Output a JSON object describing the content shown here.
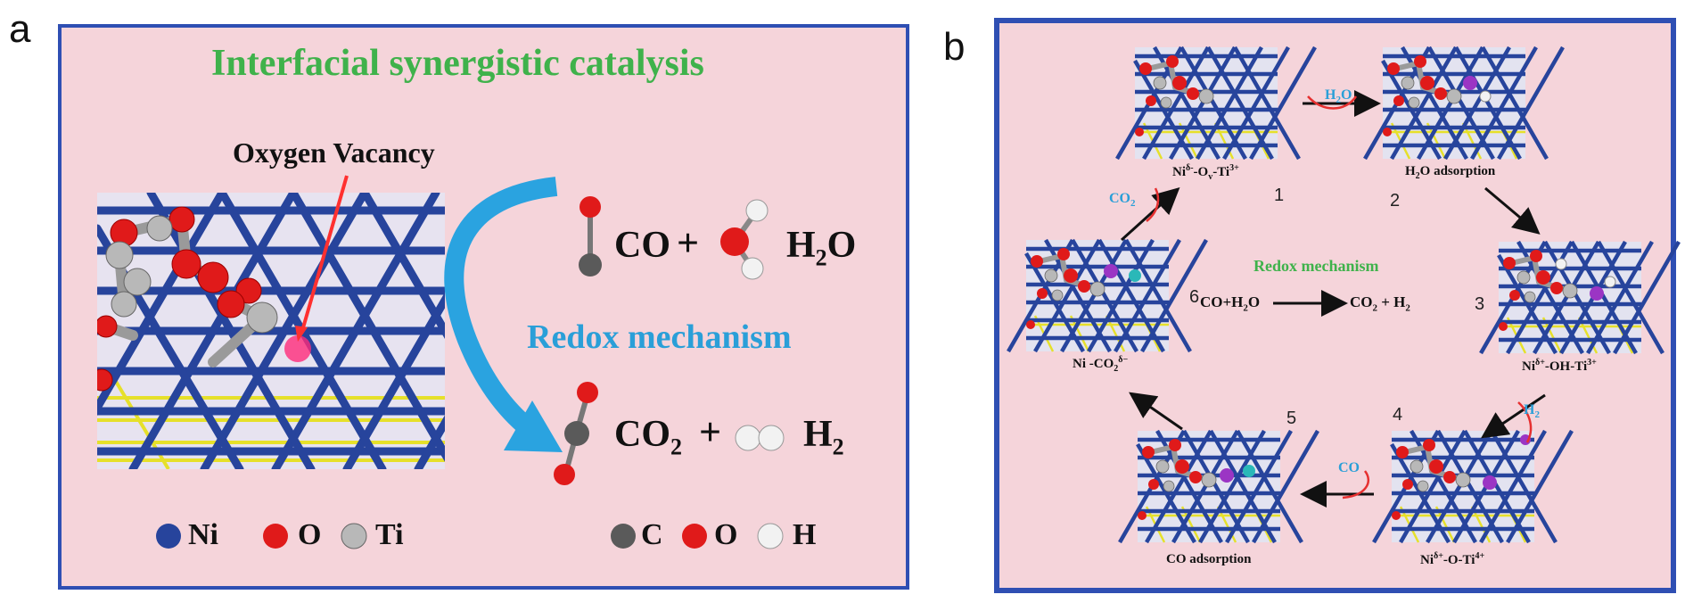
{
  "panel_a": {
    "label": "a",
    "title": "Interfacial synergistic catalysis",
    "vacancy_label": "Oxygen Vacancy",
    "mechanism": "Redox mechanism",
    "reactants": {
      "co": "CO",
      "plus": "+",
      "h2o_main": "H",
      "h2o_sub": "2",
      "h2o_end": "O"
    },
    "products": {
      "co2_main": "CO",
      "co2_sub": "2",
      "plus": "+",
      "h2_main": "H",
      "h2_sub": "2"
    },
    "legend_left": [
      "Ni",
      "O",
      "Ti"
    ],
    "legend_right": [
      "C",
      "O",
      "H"
    ],
    "colors": {
      "ni": "#27449c",
      "o": "#e01a1a",
      "ti": "#a8a8a8",
      "c": "#5a5a5a",
      "h": "#f2f2f2",
      "green": "#3fb24b",
      "blue": "#2a9fd8",
      "frame": "#2f4fb3",
      "bg": "#f5d4da"
    }
  },
  "panel_b": {
    "label": "b",
    "mechanism": "Redox mechanism",
    "equation": {
      "left": "CO+H",
      "left_sub": "2",
      "left_end": "O",
      "right": "CO",
      "right_sub": "2",
      "right_end": " + H",
      "right_sub2": "2"
    },
    "steps": [
      {
        "num": "1",
        "caption_parts": [
          "Ni",
          "δ-",
          "-O",
          "v",
          "-Ti",
          "3+"
        ]
      },
      {
        "num": "2",
        "caption_parts": [
          "H",
          "2",
          "O adsorption"
        ]
      },
      {
        "num": "3",
        "caption_parts": [
          "Ni",
          "δ+",
          "-OH-Ti",
          "3+"
        ]
      },
      {
        "num": "4",
        "caption_parts": [
          "Ni",
          "δ+",
          "-O-Ti",
          "4+"
        ]
      },
      {
        "num": "5",
        "caption_parts": [
          "CO adsorption"
        ]
      },
      {
        "num": "6",
        "caption_parts": [
          "Ni -CO",
          "2",
          "δ−"
        ]
      }
    ],
    "arrow_labels": {
      "h2o": {
        "main": "H",
        "sub": "2",
        "end": "O"
      },
      "h2": {
        "main": "H",
        "sub": "2"
      },
      "co": {
        "main": "CO"
      },
      "co2": {
        "main": "CO",
        "sub": "2"
      }
    }
  }
}
